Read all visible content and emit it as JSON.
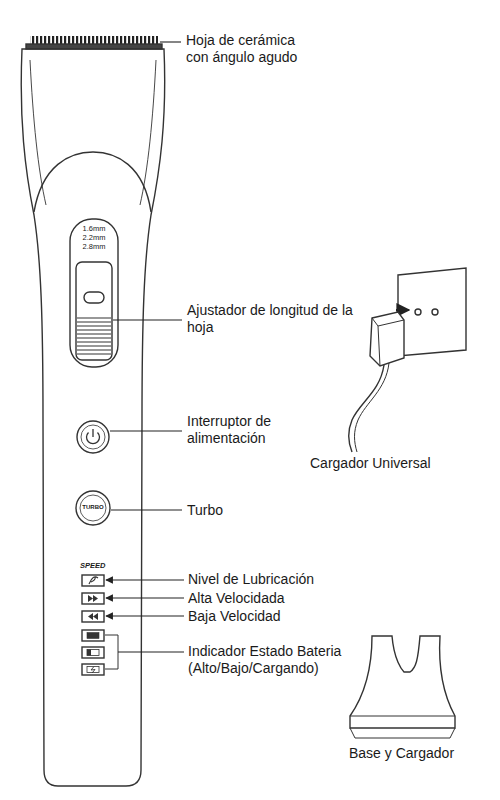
{
  "diagram": {
    "labels": [
      "Hoja de cerámica con ángulo agudo",
      "1.6mm",
      "2.2mm",
      "2.8mm",
      "Ajustador de longitud de la hoja",
      "Cargador Universal",
      "Interruptor de alimentación",
      "TURBO",
      "Turbo",
      "SPEED",
      "Nivel de Lubricación",
      "Alta Velocidada",
      "Baja Velocidad",
      "Indicador Estado Bateria (Alto/Bajo/Cargando)",
      "Base y Cargador"
    ]
  }
}
